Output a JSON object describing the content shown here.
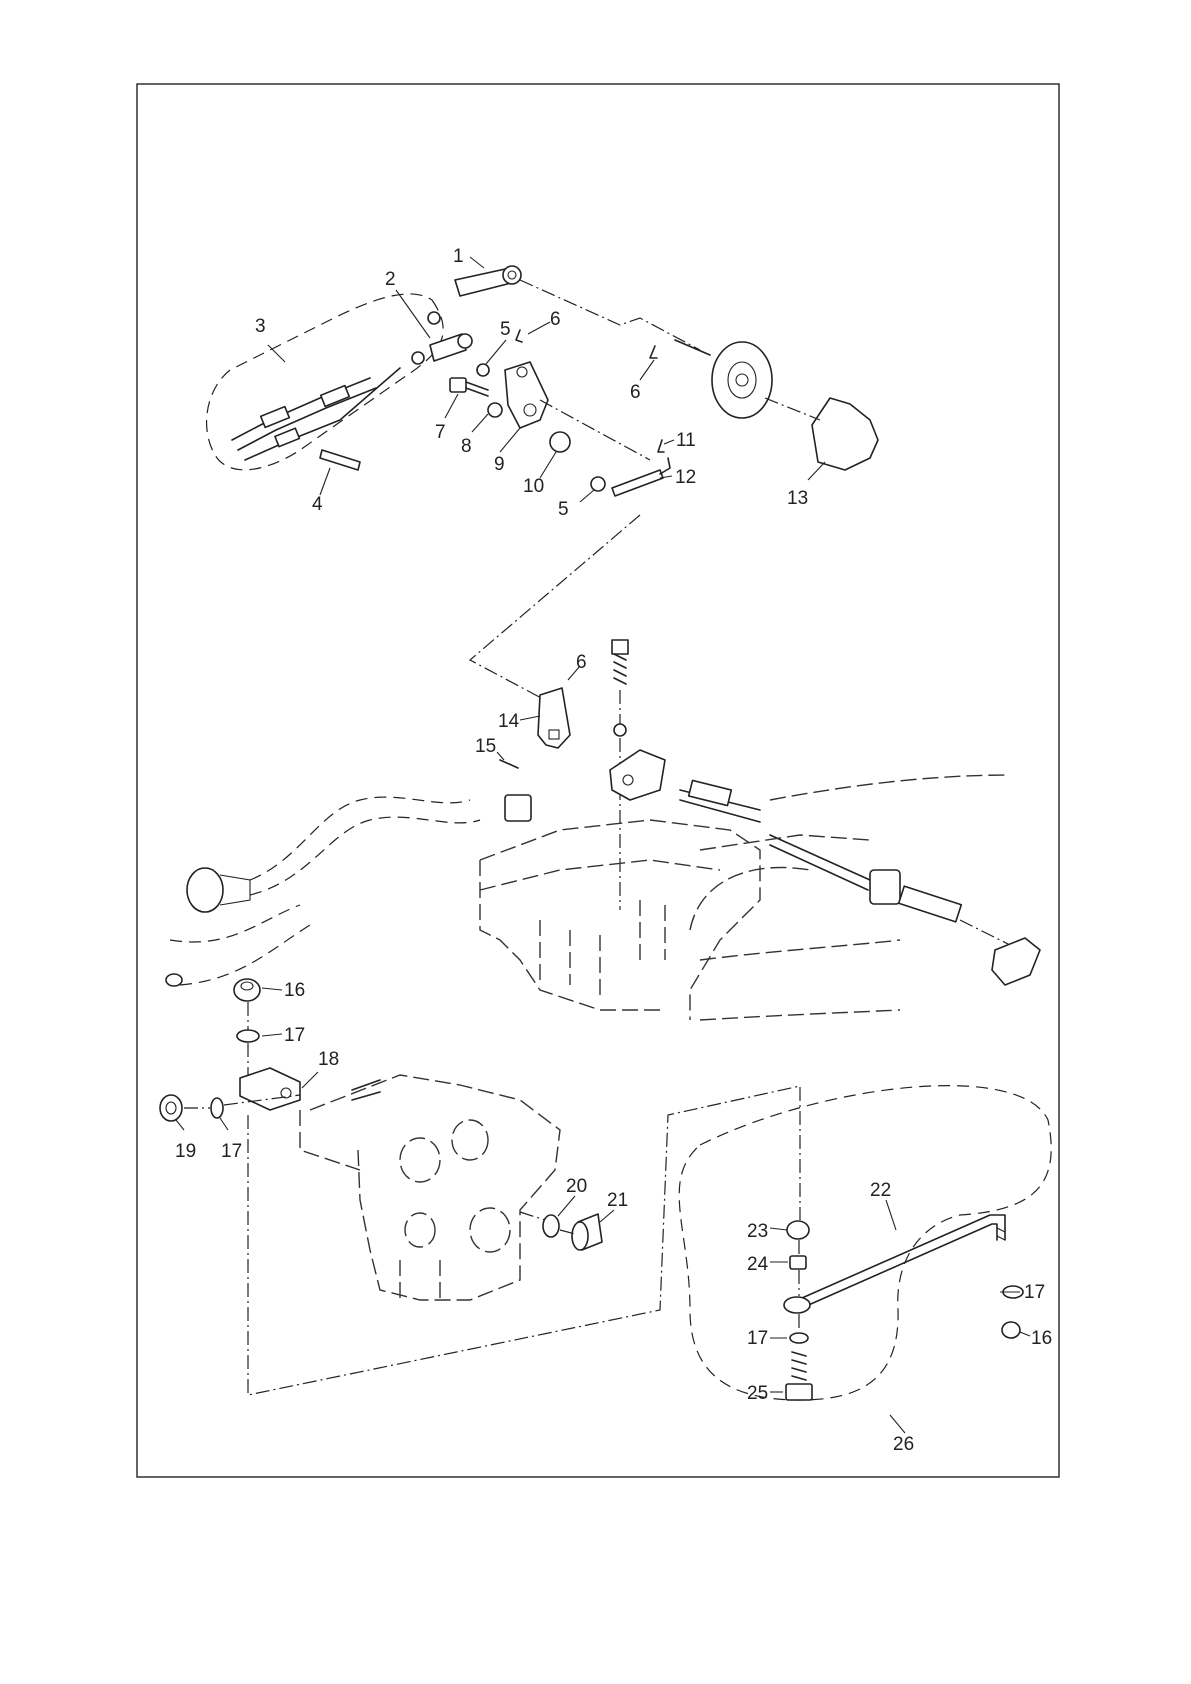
{
  "callouts": [
    {
      "id": "c1",
      "text": "1"
    },
    {
      "id": "c2",
      "text": "2"
    },
    {
      "id": "c3",
      "text": "3"
    },
    {
      "id": "c4",
      "text": "4"
    },
    {
      "id": "c5a",
      "text": "5"
    },
    {
      "id": "c6a",
      "text": "6"
    },
    {
      "id": "c6b",
      "text": "6"
    },
    {
      "id": "c7",
      "text": "7"
    },
    {
      "id": "c8",
      "text": "8"
    },
    {
      "id": "c9",
      "text": "9"
    },
    {
      "id": "c10",
      "text": "10"
    },
    {
      "id": "c11",
      "text": "11"
    },
    {
      "id": "c12",
      "text": "12"
    },
    {
      "id": "c13",
      "text": "13"
    },
    {
      "id": "c5b",
      "text": "5"
    },
    {
      "id": "c6c",
      "text": "6"
    },
    {
      "id": "c14",
      "text": "14"
    },
    {
      "id": "c15",
      "text": "15"
    },
    {
      "id": "c16a",
      "text": "16"
    },
    {
      "id": "c17a",
      "text": "17"
    },
    {
      "id": "c18",
      "text": "18"
    },
    {
      "id": "c19",
      "text": "19"
    },
    {
      "id": "c17b",
      "text": "17"
    },
    {
      "id": "c20",
      "text": "20"
    },
    {
      "id": "c21",
      "text": "21"
    },
    {
      "id": "c22",
      "text": "22"
    },
    {
      "id": "c23",
      "text": "23"
    },
    {
      "id": "c24",
      "text": "24"
    },
    {
      "id": "c17c",
      "text": "17"
    },
    {
      "id": "c17d",
      "text": "17"
    },
    {
      "id": "c16b",
      "text": "16"
    },
    {
      "id": "c25",
      "text": "25"
    },
    {
      "id": "c26",
      "text": "26"
    }
  ]
}
